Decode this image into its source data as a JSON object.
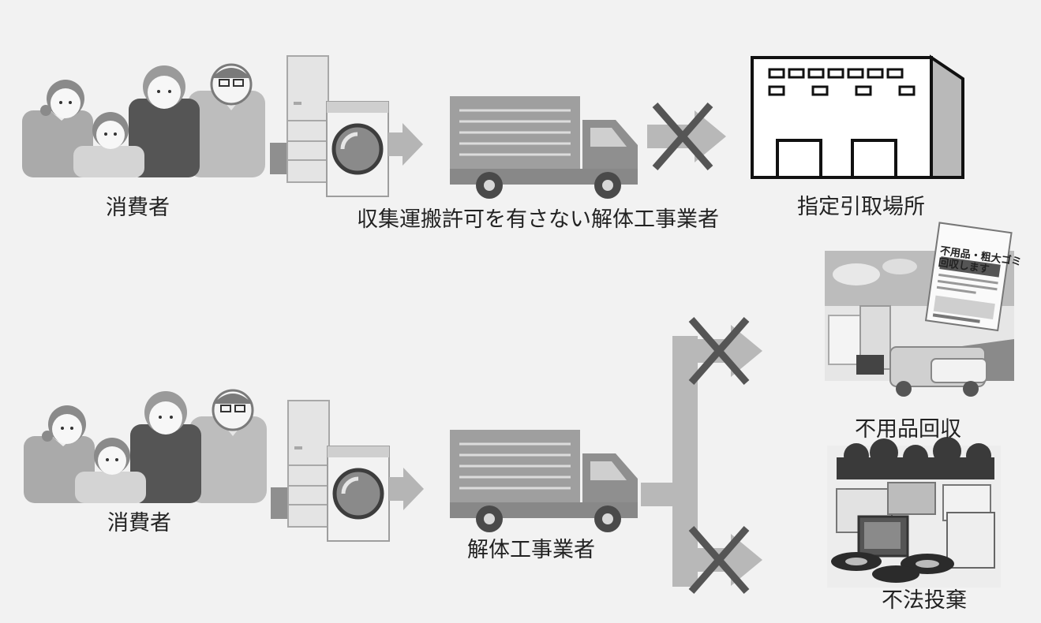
{
  "flow_top": {
    "consumer_label": "消費者",
    "carrier_label": "収集運搬許可を有さない解体工事業者",
    "destination_label": "指定引取場所"
  },
  "flow_bottom": {
    "consumer_label": "消費者",
    "carrier_label": "解体工事業者",
    "destination_a_label": "不用品回収",
    "destination_b_label": "不法投棄"
  },
  "flyer": {
    "headline_1": "不用品・粗大ゴミ",
    "headline_2": "回収します"
  }
}
